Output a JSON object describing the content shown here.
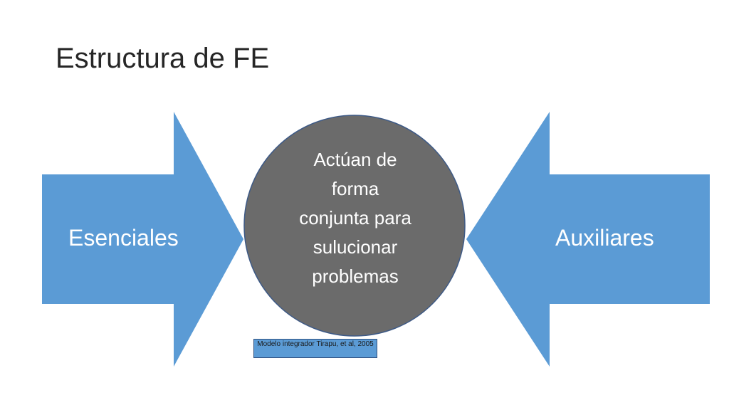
{
  "slide": {
    "title": "Estructura de FE"
  },
  "colors": {
    "arrow": "#5b9bd5",
    "circle": "#6b6b6b",
    "circle_outline": "#3e5a86",
    "label_text": "#ffffff",
    "title_text": "#262626"
  },
  "diagram": {
    "left_arrow_label": "Esenciales",
    "right_arrow_label": "Auxiliares",
    "center_lines": [
      "Actúan de",
      "forma",
      "conjunta para",
      "sulucionar",
      "problemas"
    ]
  },
  "citation": {
    "text": "Modelo integrador Tirapu, et al, 2005"
  }
}
